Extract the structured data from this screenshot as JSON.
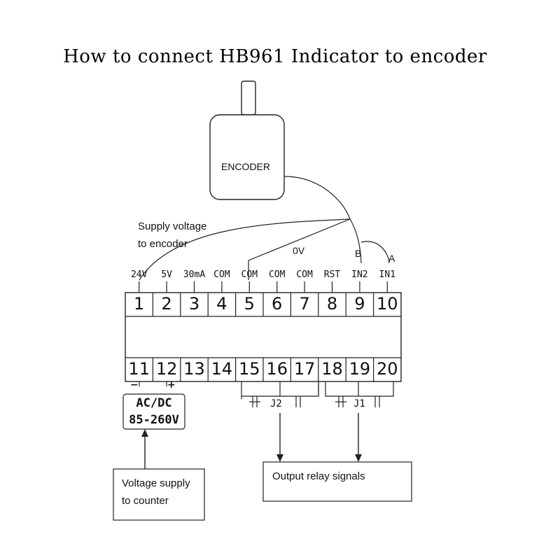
{
  "title": "How to connect HB961 Indicator to encoder",
  "encoder": {
    "label": "ENCODER"
  },
  "wire_labels": {
    "supply_line1": "Supply  voltage",
    "supply_line2": "to encoder",
    "zero_v": "0V",
    "b": "B",
    "a": "A"
  },
  "terminal_labels": [
    "24V",
    "5V",
    "30mA",
    "COM",
    "COM",
    "COM",
    "COM",
    "RST",
    "IN2",
    "IN1"
  ],
  "top_terminals": [
    "1",
    "2",
    "3",
    "4",
    "5",
    "6",
    "7",
    "8",
    "9",
    "10"
  ],
  "bottom_terminals": [
    "11",
    "12",
    "13",
    "14",
    "15",
    "16",
    "17",
    "18",
    "19",
    "20"
  ],
  "power_signs": {
    "minus": "−",
    "plus": "+"
  },
  "power_input": {
    "line1": "AC/DC",
    "line2": "85-260V"
  },
  "relays": {
    "j2": "J2",
    "j1": "J1"
  },
  "voltage_supply_box": {
    "line1": "Voltage  supply",
    "line2": "to counter"
  },
  "output_box": {
    "label": "Output relay signals"
  }
}
